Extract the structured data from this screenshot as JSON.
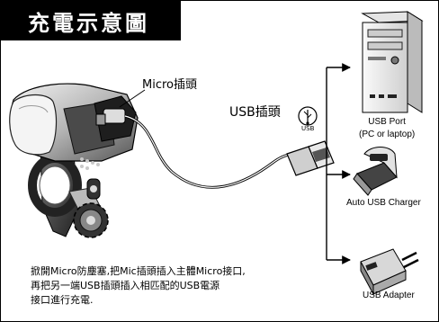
{
  "title": "充電示意圖",
  "labels": {
    "micro_plug": "Micro插頭",
    "usb_plug": "USB插頭",
    "usb_logo": "USB",
    "usb_port": "USB Port",
    "usb_port_sub": "(PC or laptop)",
    "auto_charger": "Auto USB Charger",
    "usb_adapter": "USB Adapter"
  },
  "description": [
    "掀開Micro防塵塞,把Mic插頭插入主體Micro接口,",
    "再把另一端USB插頭插入相匹配的USB電源",
    "接口進行充電."
  ],
  "colors": {
    "title_bg": "#000000",
    "title_fg": "#ffffff",
    "line": "#000000",
    "light_body": "#e6e6e6",
    "mid_body": "#a8a8a8",
    "dark_body": "#3c3c3c"
  }
}
